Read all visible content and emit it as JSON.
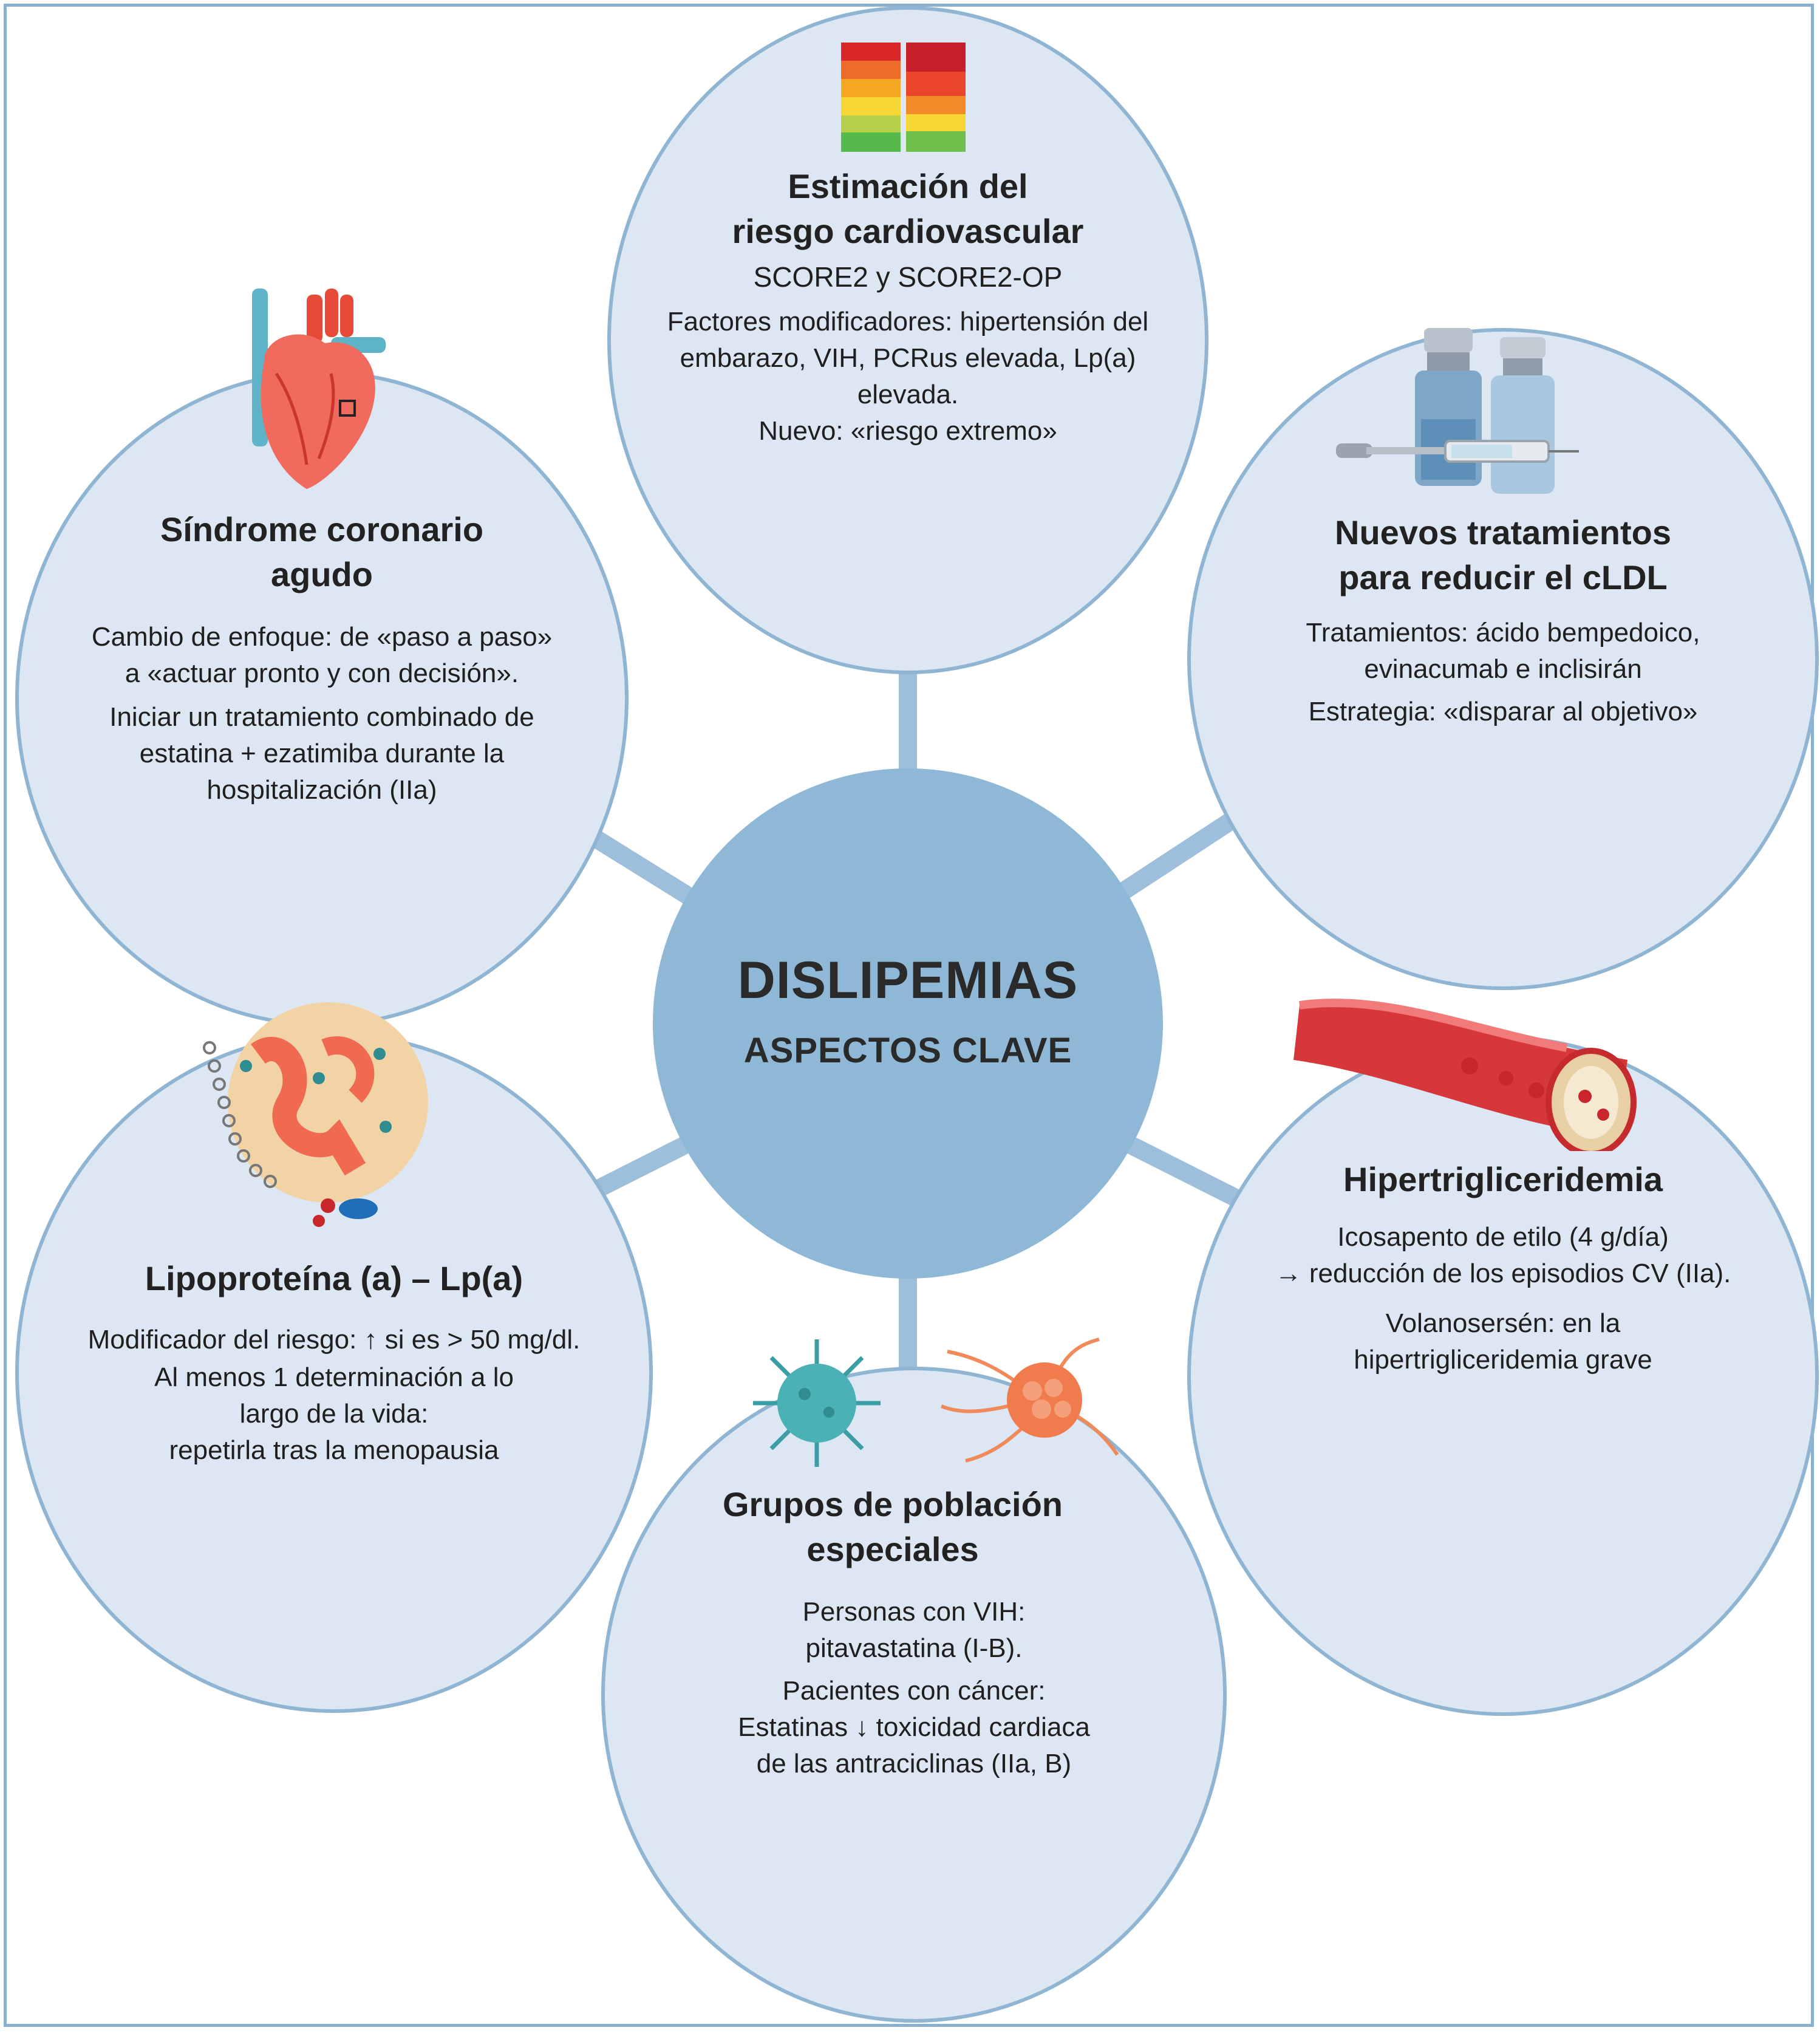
{
  "center": {
    "title": "DISLIPEMIAS",
    "subtitle": "ASPECTOS CLAVE"
  },
  "colors": {
    "circle_fill": "#dde6f3",
    "circle_stroke": "#8fb5d3",
    "center_fill": "#8fb8d7",
    "connector": "#9dbfdb"
  },
  "nodes": {
    "riesgo": {
      "title": [
        "Estimación del",
        "riesgo cardiovascular"
      ],
      "subtitle": "SCORE2 y SCORE2-OP",
      "para1": [
        "Factores modificadores: hipertensión del",
        "embarazo, VIH, PCRus elevada, Lp(a)",
        "elevada."
      ],
      "para2": "Nuevo: «riesgo extremo»",
      "icon": "risk-chart-icon"
    },
    "cldl": {
      "title": [
        "Nuevos tratamientos",
        "para reducir el cLDL"
      ],
      "para1": [
        "Tratamientos: ácido bempedoico,",
        "evinacumab e inclisirán"
      ],
      "para2": "Estrategia: «disparar al objetivo»",
      "icon": "vials-syringe-icon"
    },
    "hipertrig": {
      "title": "Hipertrigliceridemia",
      "para1": [
        "Icosapento de etilo (4 g/día)",
        "→ reducción de los episodios CV (IIa)."
      ],
      "para2": [
        "Volanosersén: en la",
        "hipertrigliceridemia grave"
      ],
      "icon": "artery-icon"
    },
    "grupos": {
      "title": [
        "Grupos de población",
        "especiales"
      ],
      "para1": [
        "Personas con VIH:",
        "pitavastatina (I-B)."
      ],
      "para2": [
        "Pacientes con cáncer:",
        "Estatinas ↓ toxicidad cardiaca",
        "de las antraciclinas (IIa, B)"
      ],
      "icon": "virus-and-tumor-icon"
    },
    "lpa": {
      "title": "Lipoproteína (a) – Lp(a)",
      "para1": "Modificador del riesgo: ↑ si es > 50 mg/dl.",
      "para2": [
        "Al menos 1 determinación a lo",
        "largo de la vida:",
        "repetirla tras la menopausia"
      ],
      "icon": "lipoprotein-particle-icon"
    },
    "sca": {
      "title": [
        "Síndrome coronario",
        "agudo"
      ],
      "para1": [
        "Cambio de enfoque: de «paso a paso»",
        "a «actuar pronto y con decisión»."
      ],
      "para2": [
        "Iniciar un tratamiento combinado de",
        "estatina + ezatimiba durante la",
        "hospitalización (IIa)"
      ],
      "icon": "heart-icon"
    }
  }
}
